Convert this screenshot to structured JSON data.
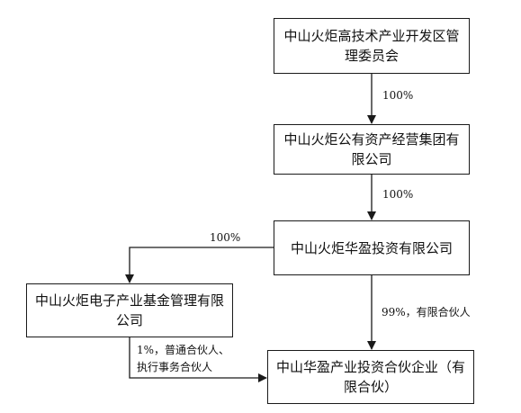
{
  "nodes": {
    "zone_committee": "中山火炬高技术产业开发区管理委员会",
    "asset_group": "中山火炬公有资产经营集团有限公司",
    "huaying_investment": "中山火炬华盈投资有限公司",
    "electronics_fund_mgmt": "中山火炬电子产业基金管理有限公司",
    "huaying_partnership": "中山华盈产业投资合伙企业（有限合伙）"
  },
  "edges": {
    "committee_to_group": "100%",
    "group_to_investment": "100%",
    "investment_to_fund_mgmt": "100%",
    "investment_to_partnership": "99%，有限合伙人",
    "fund_mgmt_to_partnership_line1": "1%，普通合伙人、",
    "fund_mgmt_to_partnership_line2": "执行事务合伙人"
  },
  "colors": {
    "line": "#1a1a1a",
    "background": "#ffffff"
  }
}
